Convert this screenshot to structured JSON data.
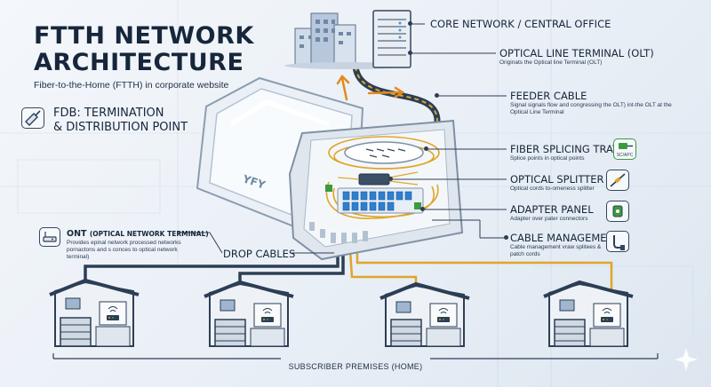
{
  "title_line1": "FTTH NETWORK",
  "title_line2": "ARCHITECTURE",
  "subtitle": "Fiber-to-the-Home (FTTH) in corporate website",
  "fdb": {
    "line1": "FDB: TERMINATION",
    "line2": "& DISTRIBUTION POINT"
  },
  "box_logo": "YFY",
  "components": [
    {
      "label": "CORE NETWORK / CENTRAL OFFICE",
      "desc": ""
    },
    {
      "label": "OPTICAL LINE TERMINAL (OLT)",
      "desc": "Originats the Optical line Terminal (OLT)"
    },
    {
      "label": "FEEDER CABLE",
      "desc": "Signal signals flow and congressing the OLT) int-the OLT at the Optical Line Terminal"
    },
    {
      "label": "FIBER SPLICING TRAY",
      "desc": "Splice points in optical points"
    },
    {
      "label": "OPTICAL SPLITTER",
      "desc": "Optical cords to-omeness splitter"
    },
    {
      "label": "ADAPTER PANEL",
      "desc": "Adapter over pater connectors"
    },
    {
      "label": "CABLE MANAGEMENT",
      "desc": "Cable management vraw splitees & patch cords"
    }
  ],
  "connector_tag": "SC/APC",
  "ont": {
    "label": "ONT",
    "label_detail": "(OPTICAL NETWORK TERMINAL)",
    "desc": "Provides epinal network processed networks pornactons and s conces to optical network terminal)"
  },
  "drop_cables": "DROP CABLES",
  "subscriber": "SUBSCRIBER PREMISES (HOME)",
  "colors": {
    "fiber": "#e0a52a",
    "navy": "#2c3e55",
    "adapter": "#2f7fd0",
    "accent_green": "#3b9a3e"
  }
}
